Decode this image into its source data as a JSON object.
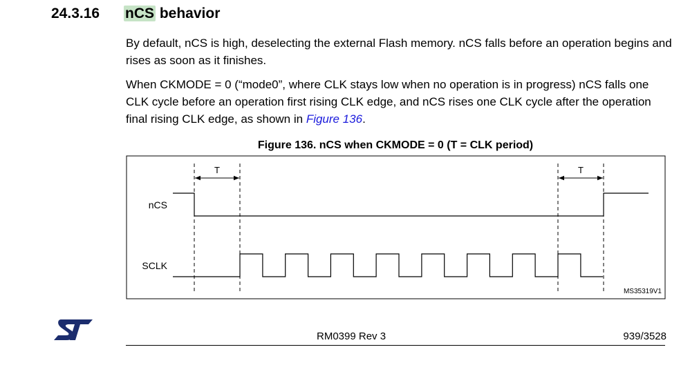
{
  "section": {
    "number": "24.3.16",
    "title_highlight": "nCS",
    "title_rest": " behavior"
  },
  "paragraphs": {
    "p1": "By default, nCS is high, deselecting the external Flash memory. nCS falls before an operation begins and rises as soon as it finishes.",
    "p2_before": "When CKMODE = 0 (“mode0”, where CLK stays low when no operation is in progress) nCS falls one CLK cycle before an operation first rising CLK edge, and nCS rises one CLK cycle after the operation final rising CLK edge, as shown in ",
    "p2_link": "Figure 136",
    "p2_after": "."
  },
  "figure": {
    "title": "Figure 136. nCS when CKMODE = 0 (T = CLK period)",
    "signal_ncs_label": "nCS",
    "signal_sclk_label": "SCLK",
    "period_label_left": "T",
    "period_label_right": "T",
    "figure_id": "MS35319V1",
    "sclk_pulse_count": 8
  },
  "footer": {
    "logo_text": "ST",
    "doc_ref": "RM0399 Rev 3",
    "page": "939/3528"
  }
}
